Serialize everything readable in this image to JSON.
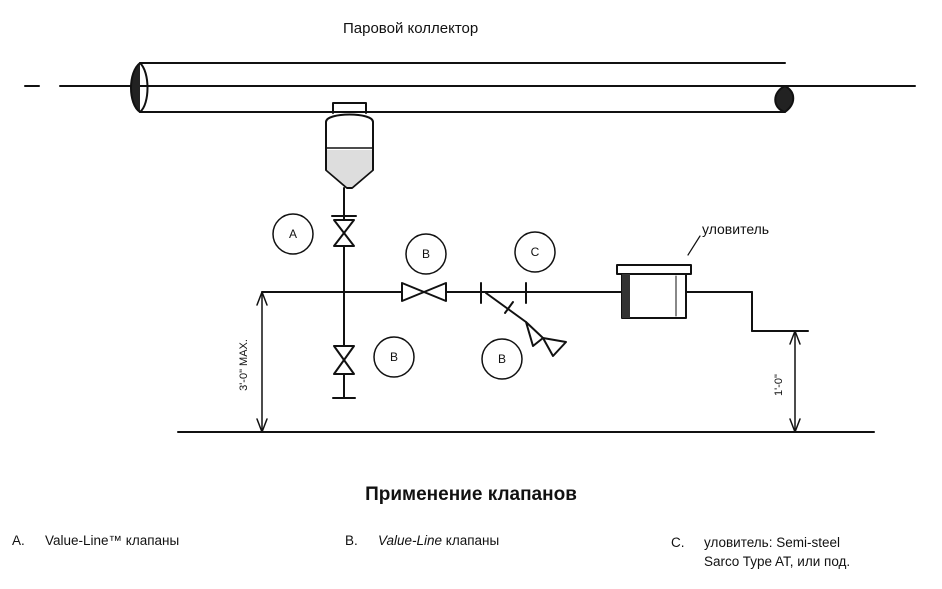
{
  "header_label": "Паровой коллектор",
  "trap_label": "уловитель",
  "caption": "Применение клапанов",
  "circle_labels": {
    "a": "A",
    "b_top": "B",
    "b_bottom_left": "B",
    "b_bottom_right": "B",
    "c": "C"
  },
  "dimensions": {
    "left": "3'-0\" MAX.",
    "right": "1'-0\""
  },
  "legend": {
    "a_letter": "A.",
    "a_text": "Value-Line™ клапаны",
    "b_letter": "B.",
    "b_italic": "Value-Line",
    "b_text": " клапаны",
    "c_letter": "C.",
    "c_line1": "уловитель: Semi-steel",
    "c_line2": "Sarco Type AT, или под."
  }
}
